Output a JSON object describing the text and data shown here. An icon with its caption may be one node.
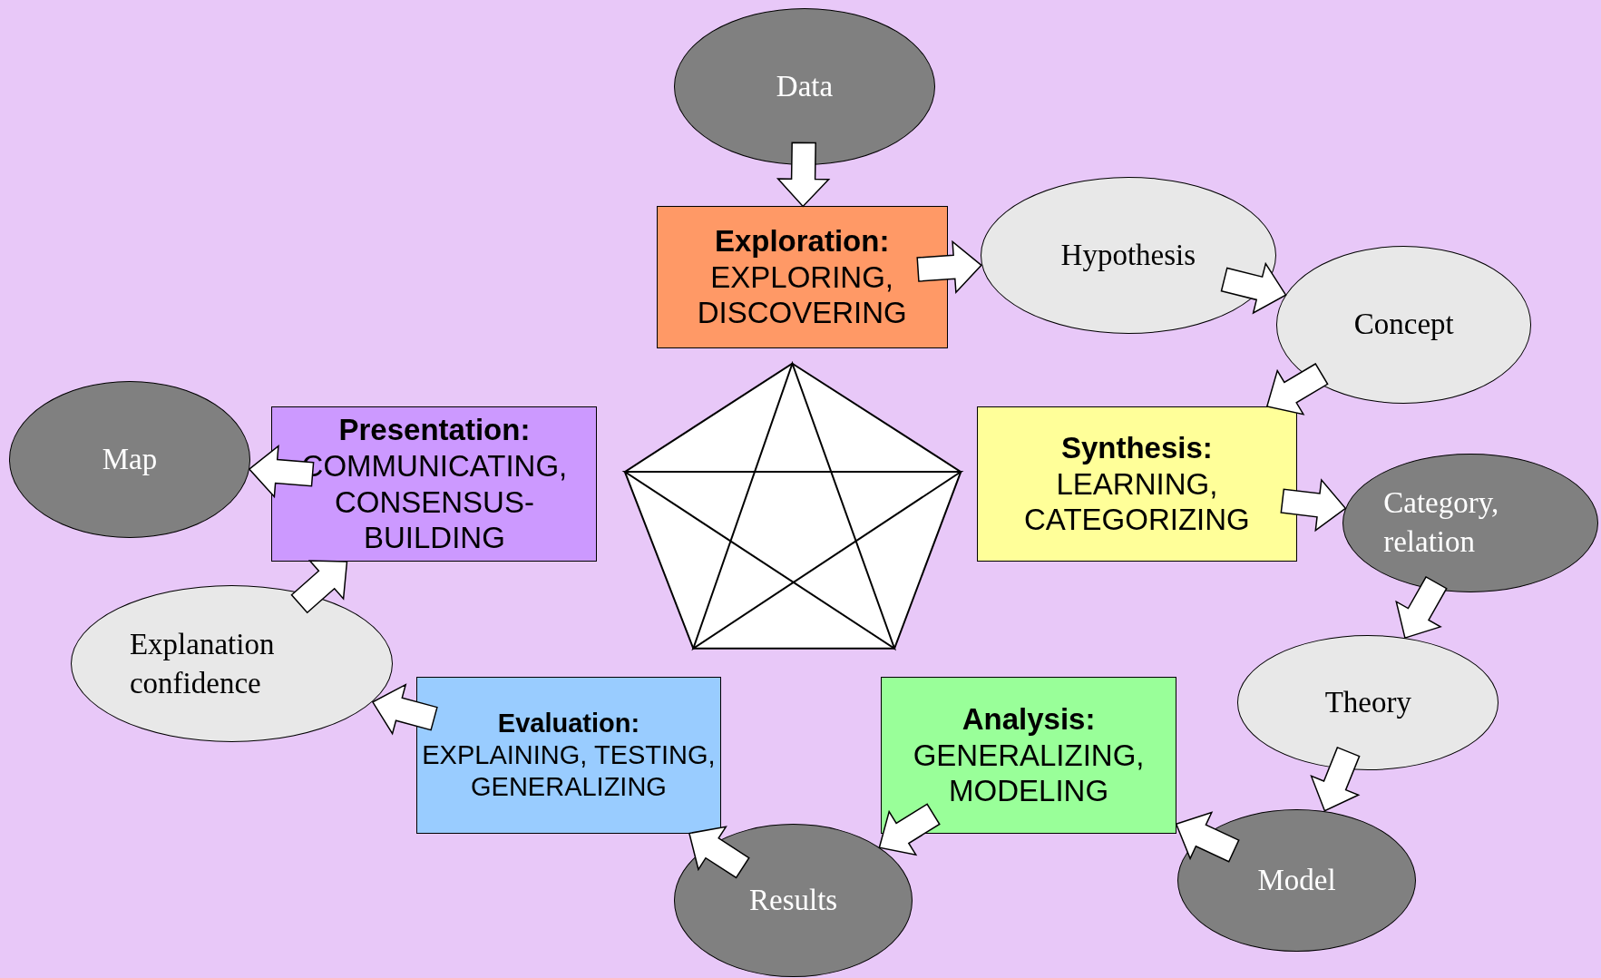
{
  "diagram": {
    "nodes": [
      {
        "text": [
          "Data"
        ]
      },
      {
        "text": [
          "Exploration:",
          "EXPLORING, DISCOVERING"
        ]
      },
      {
        "text": [
          "Hypothesis"
        ]
      },
      {
        "text": [
          "Concept"
        ]
      },
      {
        "text": [
          "Synthesis:",
          "LEARNING, CATEGORIZING"
        ]
      },
      {
        "text": [
          "Category, relation"
        ]
      },
      {
        "text": [
          "Theory"
        ]
      },
      {
        "text": [
          "Model"
        ]
      },
      {
        "text": [
          "Analysis:",
          "GENERALIZING, MODELING"
        ]
      },
      {
        "text": [
          "Results"
        ]
      },
      {
        "text": [
          "Evaluation:",
          "EXPLAINING, TESTING, GENERALIZING"
        ]
      },
      {
        "text": [
          "Explanation confidence"
        ]
      },
      {
        "text": [
          "Presentation:",
          "COMMUNICATING, CONSENSUS-BUILDING"
        ]
      },
      {
        "text": [
          "Map"
        ]
      }
    ],
    "edges": [
      {
        "from": 0,
        "to": 1,
        "arrow": "to"
      },
      {
        "from": 1,
        "to": 2,
        "arrow": "to"
      },
      {
        "from": 2,
        "to": 3,
        "arrow": "to"
      },
      {
        "from": 3,
        "to": 4,
        "arrow": "to"
      },
      {
        "from": 4,
        "to": 5,
        "arrow": "to"
      },
      {
        "from": 5,
        "to": 6,
        "arrow": "to"
      },
      {
        "from": 6,
        "to": 7,
        "arrow": "to"
      },
      {
        "from": 7,
        "to": 8,
        "arrow": "to"
      },
      {
        "from": 8,
        "to": 9,
        "arrow": "to"
      },
      {
        "from": 9,
        "to": 10,
        "arrow": "to"
      },
      {
        "from": 10,
        "to": 11,
        "arrow": "to"
      },
      {
        "from": 11,
        "to": 12,
        "arrow": "to"
      },
      {
        "from": 12,
        "to": 13,
        "arrow": "to"
      }
    ]
  }
}
